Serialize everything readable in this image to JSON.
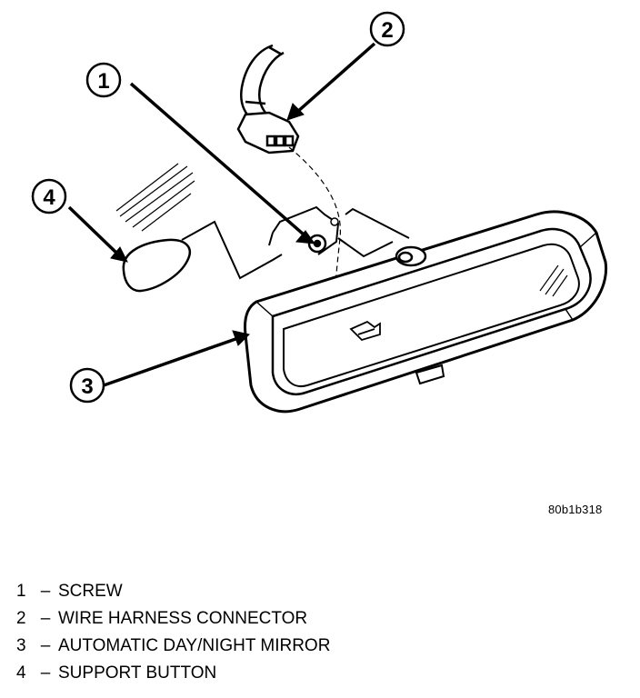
{
  "figure_code": "80b1b318",
  "callouts": [
    {
      "number": "1",
      "label": "SCREW"
    },
    {
      "number": "2",
      "label": "WIRE HARNESS CONNECTOR"
    },
    {
      "number": "3",
      "label": "AUTOMATIC DAY/NIGHT MIRROR"
    },
    {
      "number": "4",
      "label": "SUPPORT BUTTON"
    }
  ],
  "legend_separator": "–",
  "colors": {
    "ink": "#000000",
    "paper": "#ffffff"
  }
}
